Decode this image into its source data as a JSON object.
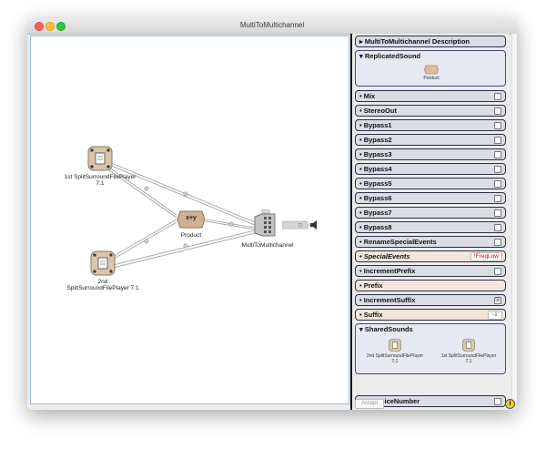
{
  "window": {
    "title": "MultiToMultichannel"
  },
  "graph": {
    "nodes": {
      "player1": {
        "line1": "1st SplitSurroundFilePlayer",
        "line2": "7.1"
      },
      "player2": {
        "line1": "2nd",
        "line2": "SplitSurroundFilePlayer 7.1"
      },
      "product": {
        "label": "Product",
        "icon_text": "x+y"
      },
      "multi": {
        "label": "MultiToMultichannel"
      }
    }
  },
  "panel": {
    "description": {
      "label": "MultiToMultichannel Description"
    },
    "replicated": {
      "label": "ReplicatedSound",
      "item_label": "Product"
    },
    "rows": [
      {
        "label": "Mix",
        "check": ""
      },
      {
        "label": "StereoOut",
        "check": ""
      },
      {
        "label": "Bypass1",
        "check": ""
      },
      {
        "label": "Bypass2",
        "check": ""
      },
      {
        "label": "Bypass3",
        "check": ""
      },
      {
        "label": "Bypass4",
        "check": ""
      },
      {
        "label": "Bypass5",
        "check": ""
      },
      {
        "label": "Bypass6",
        "check": ""
      },
      {
        "label": "Bypass7",
        "check": ""
      },
      {
        "label": "Bypass8",
        "check": ""
      },
      {
        "label": "RenameSpecialEvents",
        "check": ""
      }
    ],
    "special_events": {
      "label": "SpecialEvents",
      "value": "!FreqLow"
    },
    "increment_prefix": {
      "label": "IncrementPrefix",
      "check": ""
    },
    "prefix": {
      "label": "Prefix"
    },
    "increment_suffix": {
      "label": "IncrementSuffix",
      "check": "☒"
    },
    "suffix": {
      "label": "Suffix",
      "value": "'-1'"
    },
    "shared_sounds": {
      "label": "SharedSounds",
      "items": [
        {
          "line1": "2nd SplitSurroundFilePlayer",
          "line2": "7.1"
        },
        {
          "line1": "1st SplitSurroundFilePlayer",
          "line2": "7.1"
        }
      ]
    },
    "use_voice_number": {
      "label": "UseVoiceNumber",
      "check": ""
    }
  },
  "footer": {
    "accept_label": "Accept",
    "info_icon": "i"
  }
}
